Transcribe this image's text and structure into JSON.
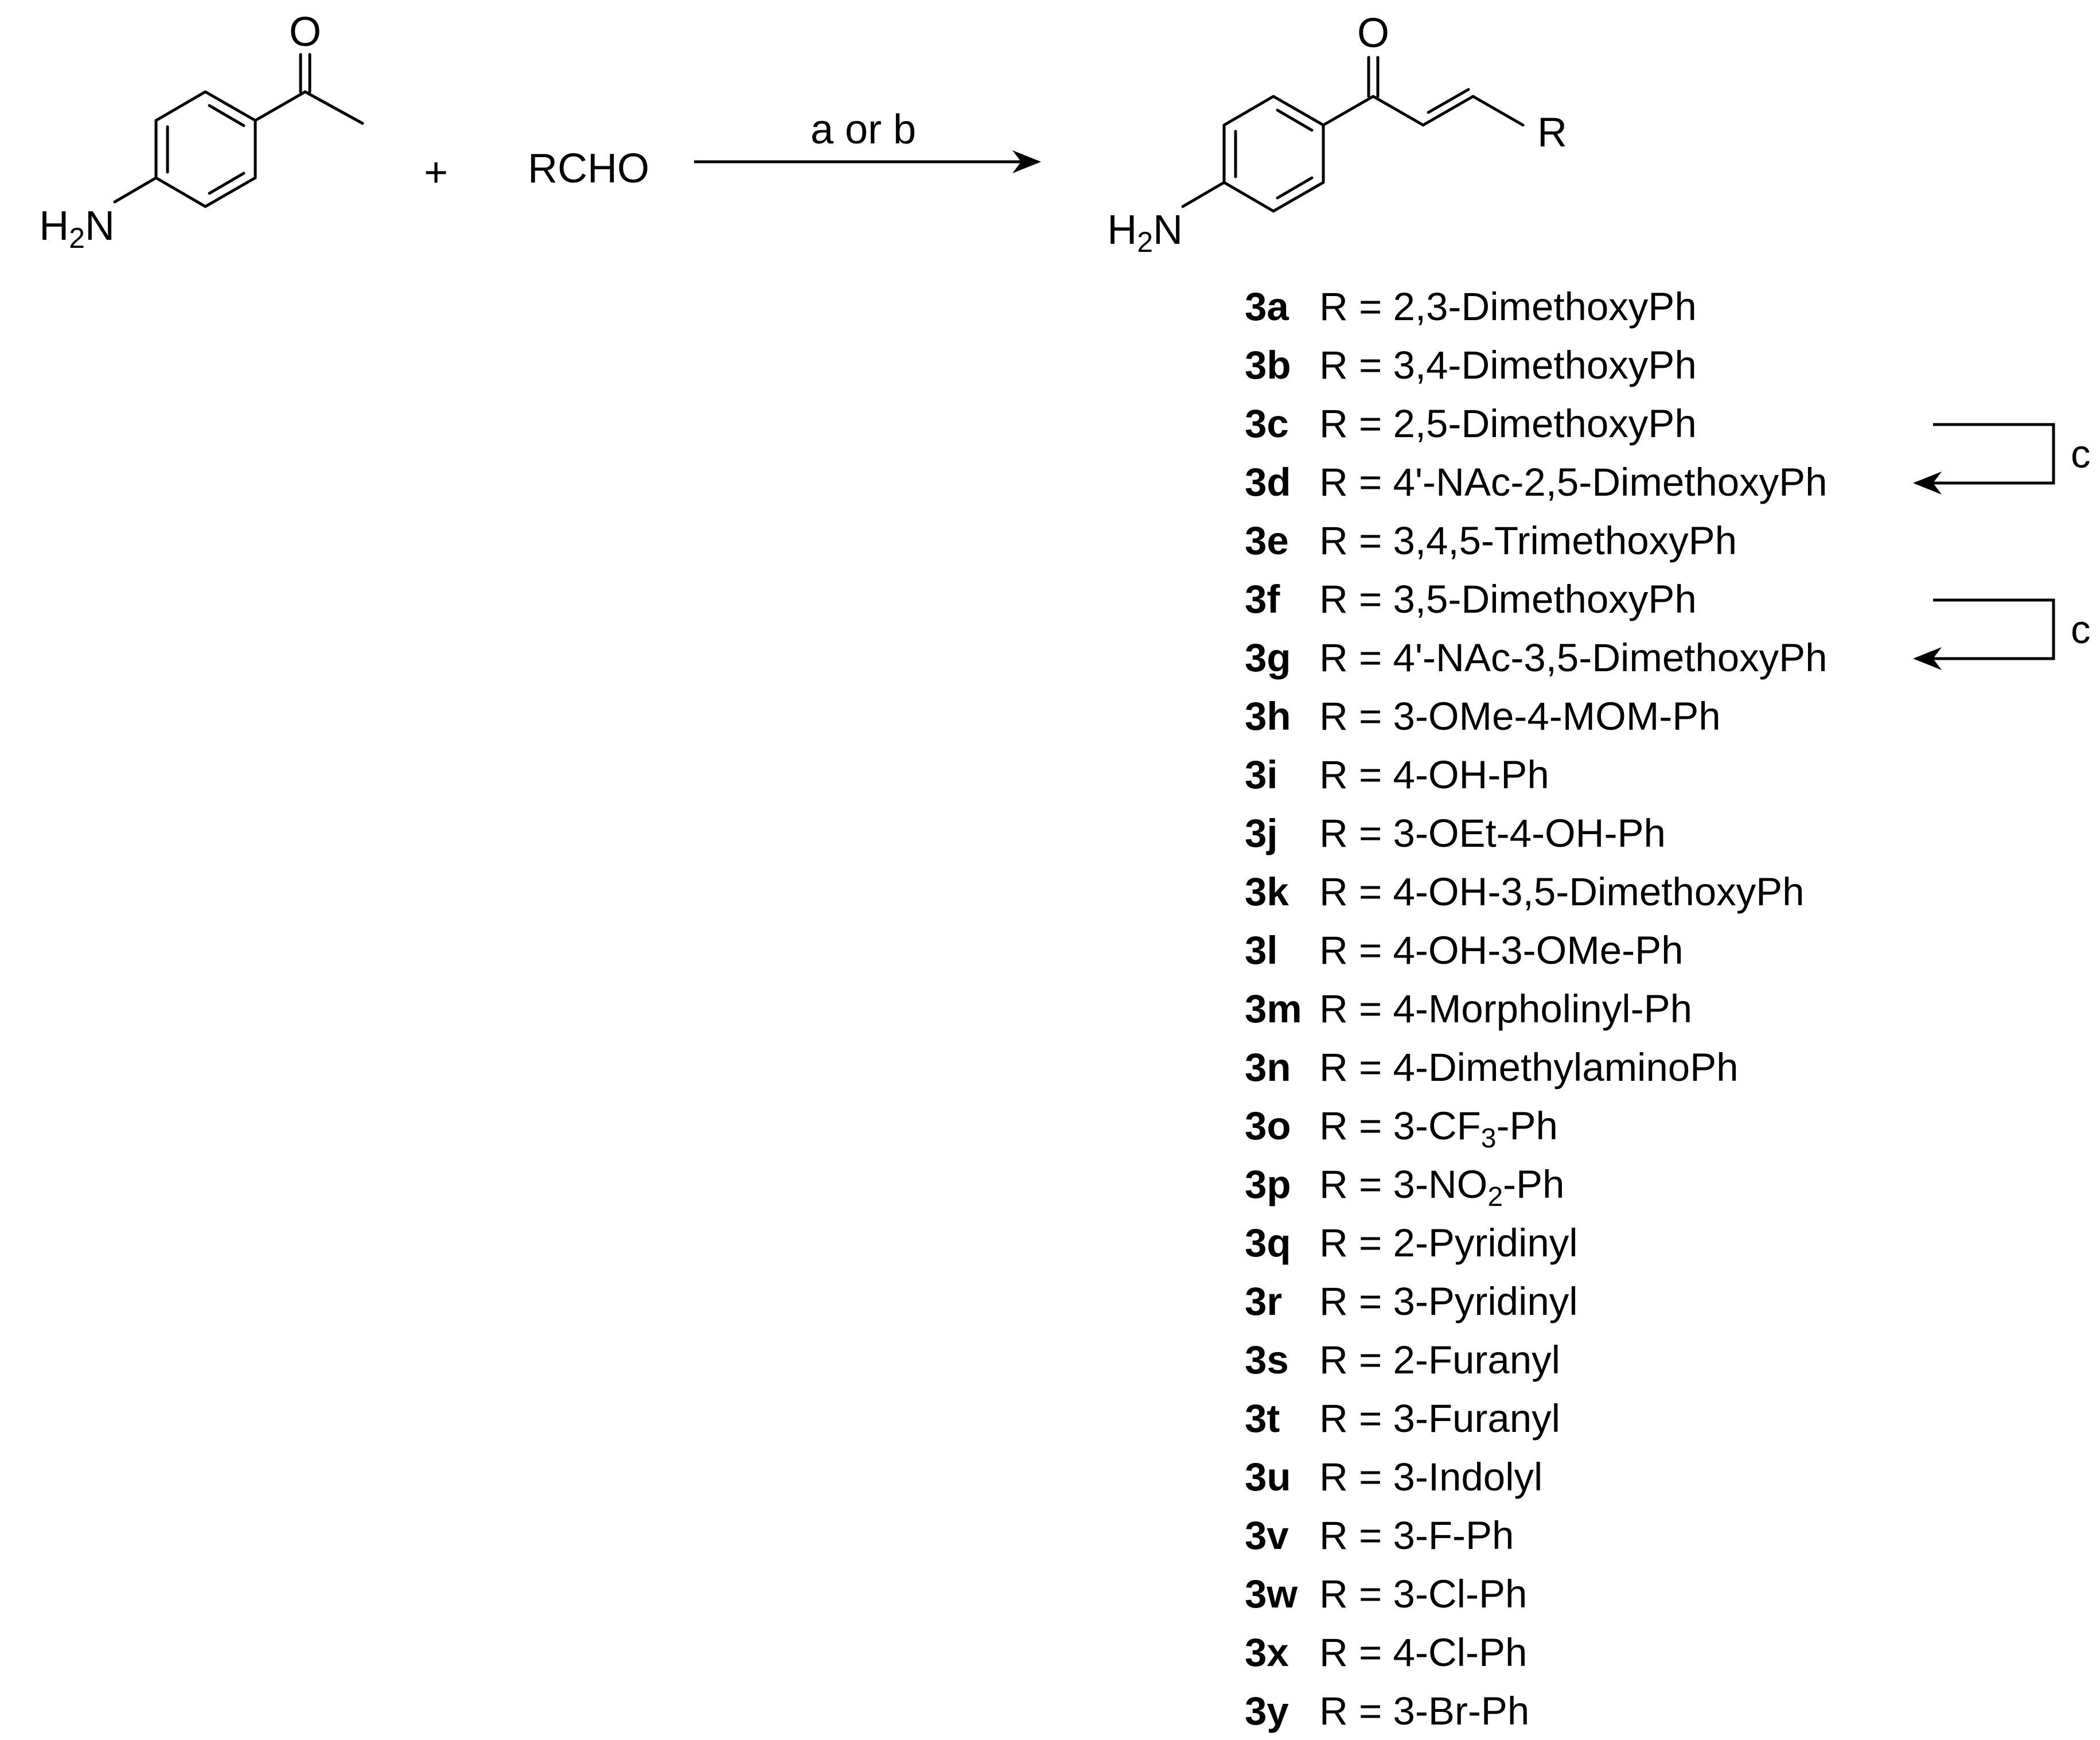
{
  "reactant": {
    "carbonyl_o": "O",
    "amine_h": "H",
    "amine_sub": "2",
    "amine_n": "N"
  },
  "plus": "+",
  "aldehyde": "RCHO",
  "conditions": "a or b",
  "product": {
    "carbonyl_o": "O",
    "r_group": "R",
    "amine_h": "H",
    "amine_sub": "2",
    "amine_n": "N"
  },
  "compounds": [
    {
      "id": "3a",
      "text": "R = 2,3-DimethoxyPh"
    },
    {
      "id": "3b",
      "text": "R = 3,4-DimethoxyPh"
    },
    {
      "id": "3c",
      "text": "R = 2,5-DimethoxyPh"
    },
    {
      "id": "3d",
      "text": "R = 4'-NAc-2,5-DimethoxyPh"
    },
    {
      "id": "3e",
      "text": "R = 3,4,5-TrimethoxyPh"
    },
    {
      "id": "3f",
      "text": "R = 3,5-DimethoxyPh"
    },
    {
      "id": "3g",
      "text": "R = 4'-NAc-3,5-DimethoxyPh"
    },
    {
      "id": "3h",
      "text": "R = 3-OMe-4-MOM-Ph"
    },
    {
      "id": "3i",
      "text": "R = 4-OH-Ph"
    },
    {
      "id": "3j",
      "text": "R = 3-OEt-4-OH-Ph"
    },
    {
      "id": "3k",
      "text": "R = 4-OH-3,5-DimethoxyPh"
    },
    {
      "id": "3l",
      "text": "R = 4-OH-3-OMe-Ph"
    },
    {
      "id": "3m",
      "text": "R = 4-Morpholinyl-Ph"
    },
    {
      "id": "3n",
      "text": "R = 4-DimethylaminoPh"
    },
    {
      "id": "3o",
      "text": "R = 3-CF",
      "sub": "3",
      "tail": "-Ph"
    },
    {
      "id": "3p",
      "text": "R = 3-NO",
      "sub": "2",
      "tail": "-Ph"
    },
    {
      "id": "3q",
      "text": "R = 2-Pyridinyl"
    },
    {
      "id": "3r",
      "text": "R = 3-Pyridinyl"
    },
    {
      "id": "3s",
      "text": "R = 2-Furanyl"
    },
    {
      "id": "3t",
      "text": "R = 3-Furanyl"
    },
    {
      "id": "3u",
      "text": "R = 3-Indolyl"
    },
    {
      "id": "3v",
      "text": "R = 3-F-Ph"
    },
    {
      "id": "3w",
      "text": "R = 3-Cl-Ph"
    },
    {
      "id": "3x",
      "text": "R = 4-Cl-Ph"
    },
    {
      "id": "3y",
      "text": "R = 3-Br-Ph"
    }
  ],
  "conversions": [
    {
      "from": "3c",
      "to": "3d",
      "label": "c"
    },
    {
      "from": "3f",
      "to": "3g",
      "label": "c"
    }
  ]
}
